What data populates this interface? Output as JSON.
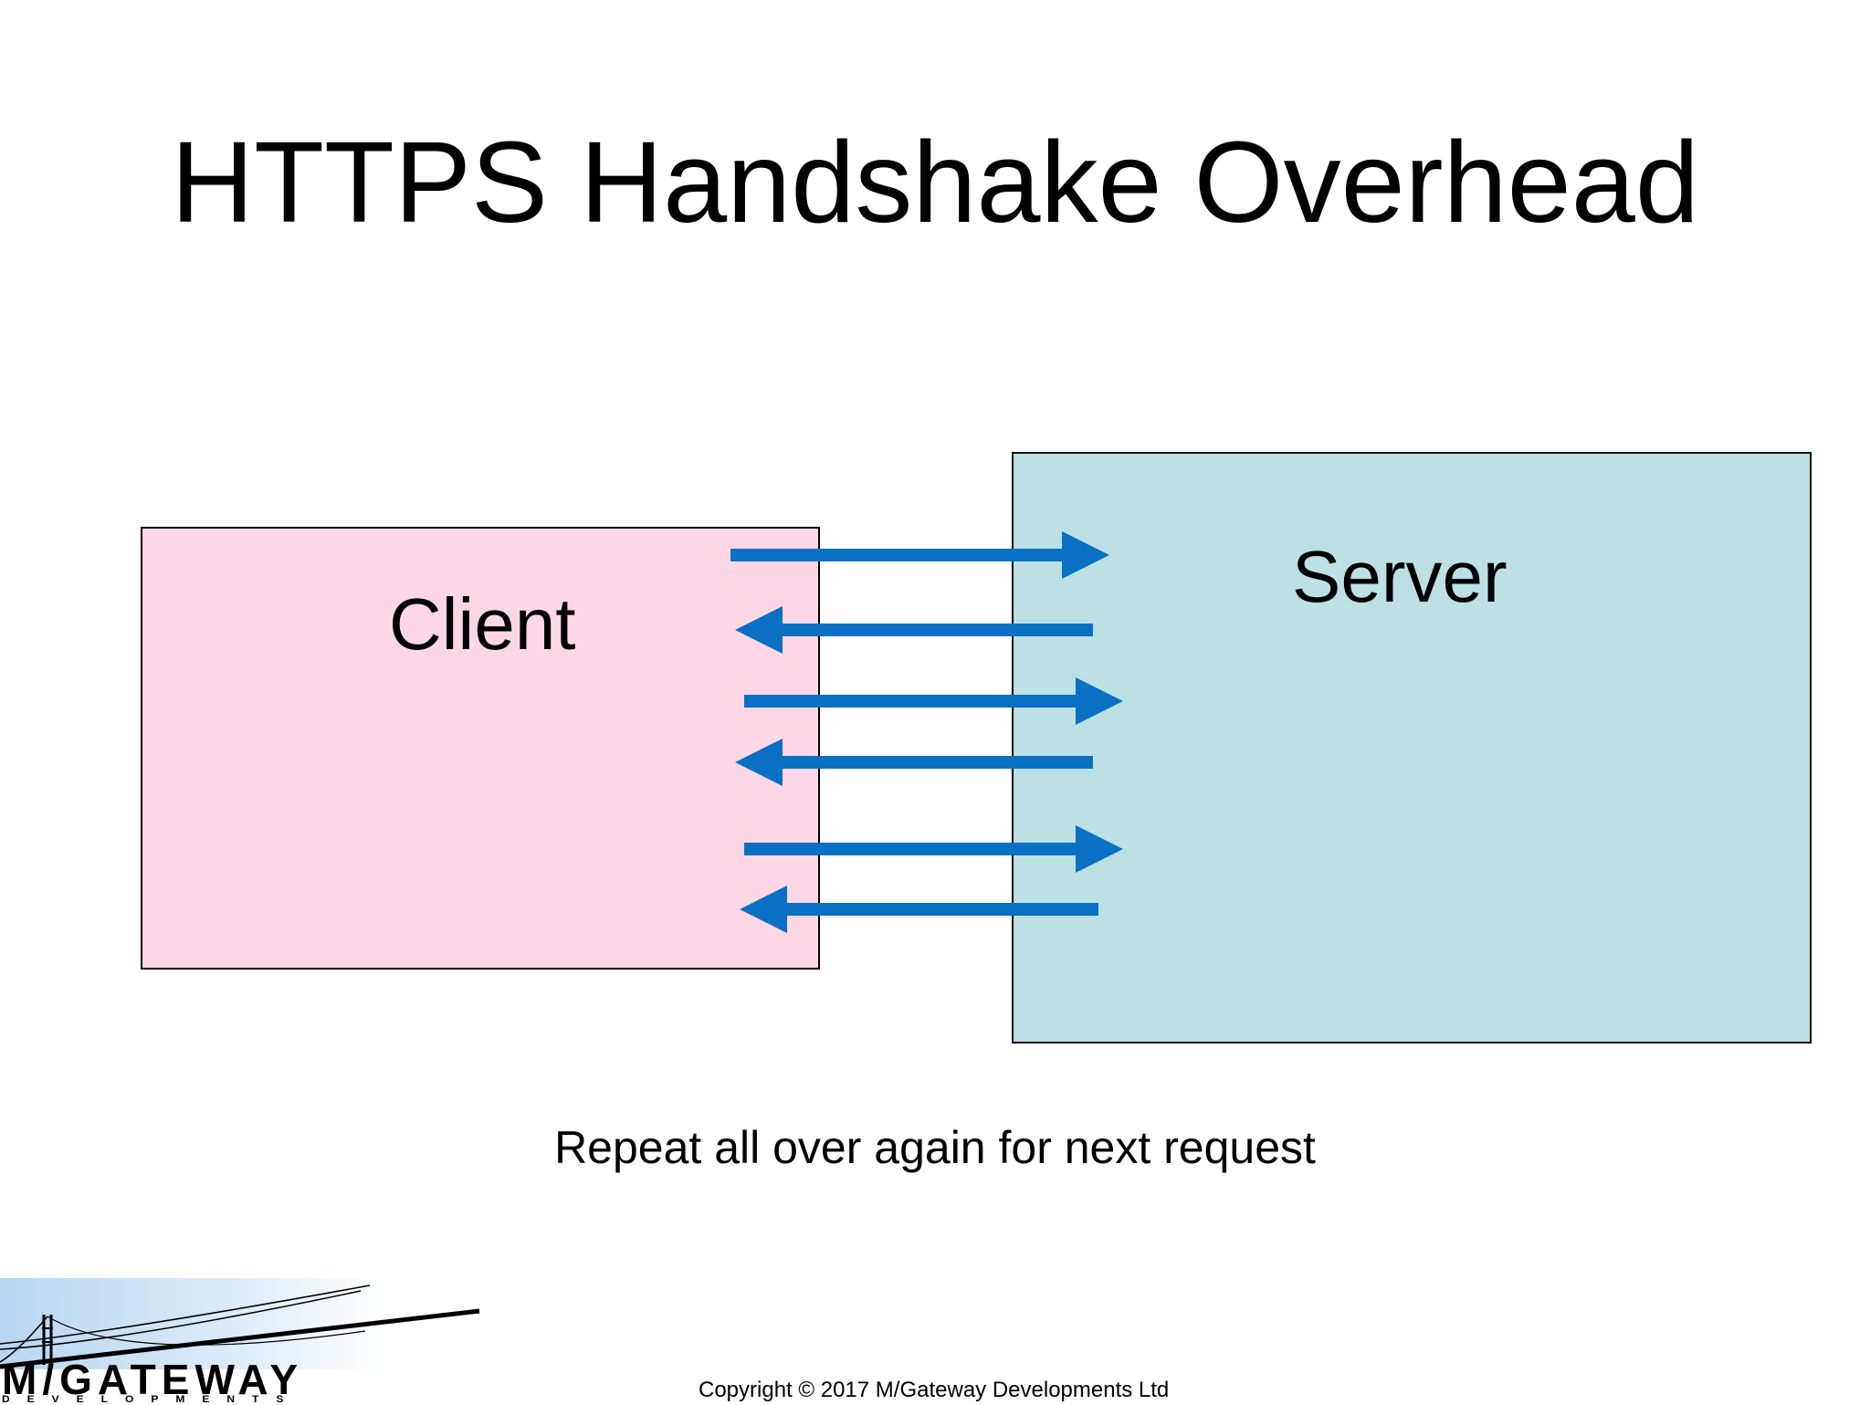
{
  "title": "HTTPS Handshake Overhead",
  "client": {
    "label": "Client",
    "fill": "#fdd7e6"
  },
  "server": {
    "label": "Server",
    "fill": "#bce0e3"
  },
  "messages": [
    {
      "direction": "client-to-server"
    },
    {
      "direction": "server-to-client"
    },
    {
      "direction": "client-to-server"
    },
    {
      "direction": "server-to-client"
    },
    {
      "direction": "client-to-server"
    },
    {
      "direction": "server-to-client"
    }
  ],
  "arrow_color": "#0a70c4",
  "caption": "Repeat all over again for next request",
  "logo": {
    "name": "M/GATEWAY",
    "tagline": "DEVELOPMENTS"
  },
  "copyright": "Copyright © 2017 M/Gateway Developments Ltd"
}
